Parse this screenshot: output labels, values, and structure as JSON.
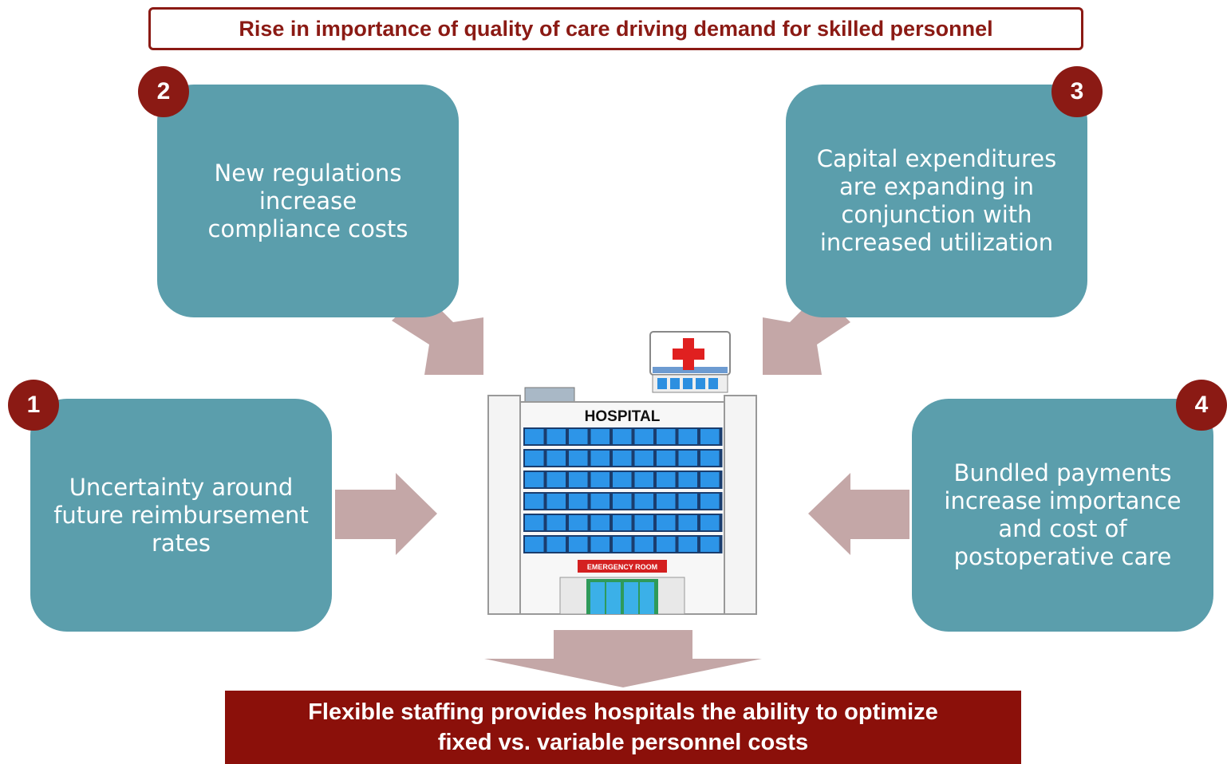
{
  "header": {
    "text": "Rise in importance of quality of care driving demand for skilled personnel"
  },
  "factors": [
    {
      "number": "1",
      "lines": [
        "Uncertainty around",
        "future reimbursement",
        "rates"
      ]
    },
    {
      "number": "2",
      "lines": [
        "New regulations",
        "increase",
        "compliance costs"
      ]
    },
    {
      "number": "3",
      "lines": [
        "Capital expenditures",
        "are expanding in",
        "conjunction with",
        "increased utilization"
      ]
    },
    {
      "number": "4",
      "lines": [
        "Bundled payments",
        "increase importance",
        "and cost of",
        "postoperative care"
      ]
    }
  ],
  "hospital": {
    "sign": "HOSPITAL",
    "emergency_sign": "EMERGENCY ROOM"
  },
  "footer": {
    "line1": "Flexible staffing provides hospitals the ability to optimize",
    "line2": "fixed vs. variable personnel costs"
  },
  "colors": {
    "tile": "#5b9eac",
    "accent": "#8b1a14",
    "arrow": "#c4a7a7",
    "footer": "#8b100a"
  },
  "icons": {
    "center": "hospital-building-icon"
  }
}
